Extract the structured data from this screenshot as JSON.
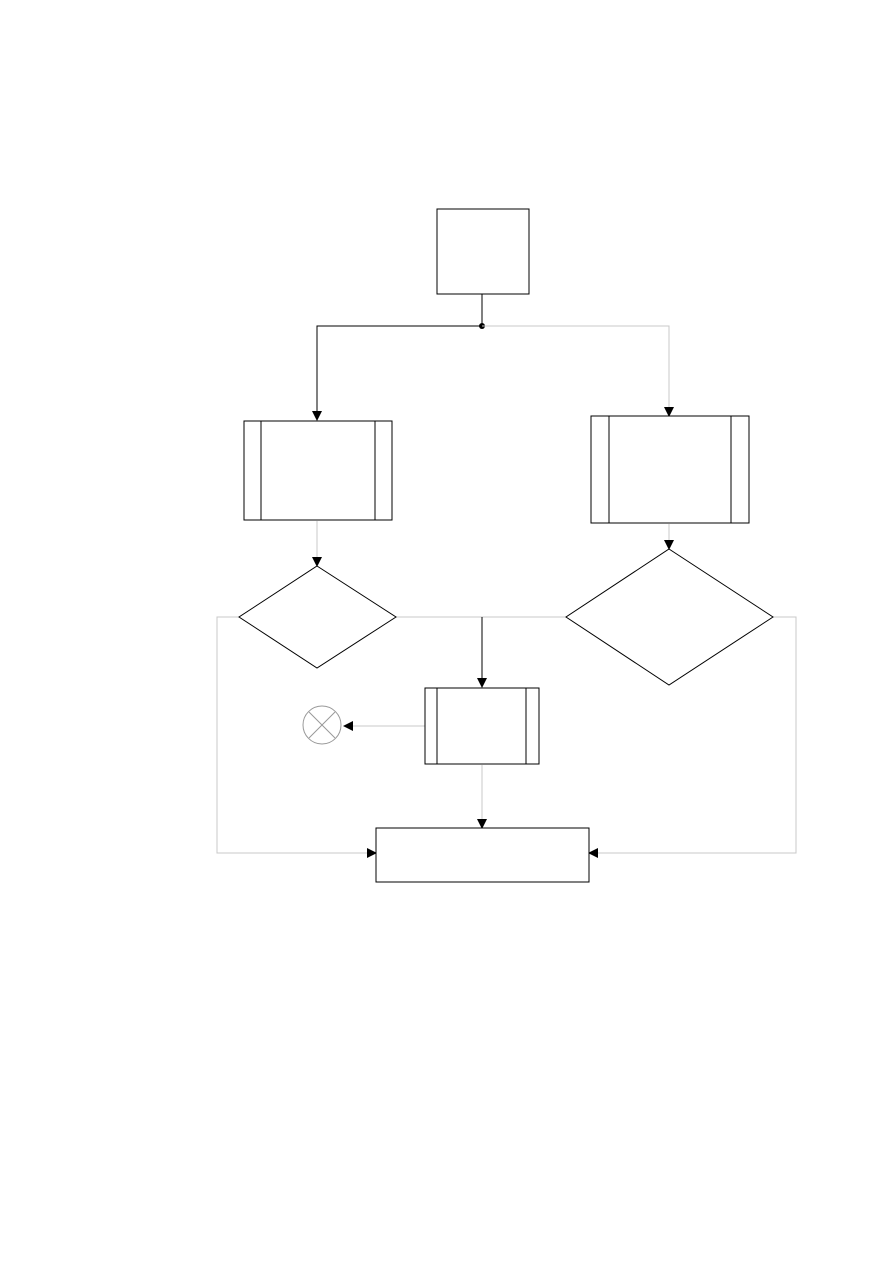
{
  "diagram": {
    "type": "flowchart",
    "colors": {
      "stroke": "#000000",
      "faint_connector": "#c8c8c8",
      "background": "#ffffff"
    },
    "nodes": [
      {
        "id": "start",
        "shape": "process",
        "label": ""
      },
      {
        "id": "left-subprocess",
        "shape": "predefined-process",
        "label": ""
      },
      {
        "id": "right-subprocess",
        "shape": "predefined-process",
        "label": ""
      },
      {
        "id": "left-decision",
        "shape": "decision",
        "label": ""
      },
      {
        "id": "right-decision",
        "shape": "decision",
        "label": ""
      },
      {
        "id": "middle-subprocess",
        "shape": "predefined-process",
        "label": ""
      },
      {
        "id": "terminator",
        "shape": "connector-x",
        "label": ""
      },
      {
        "id": "end",
        "shape": "process",
        "label": ""
      }
    ]
  }
}
